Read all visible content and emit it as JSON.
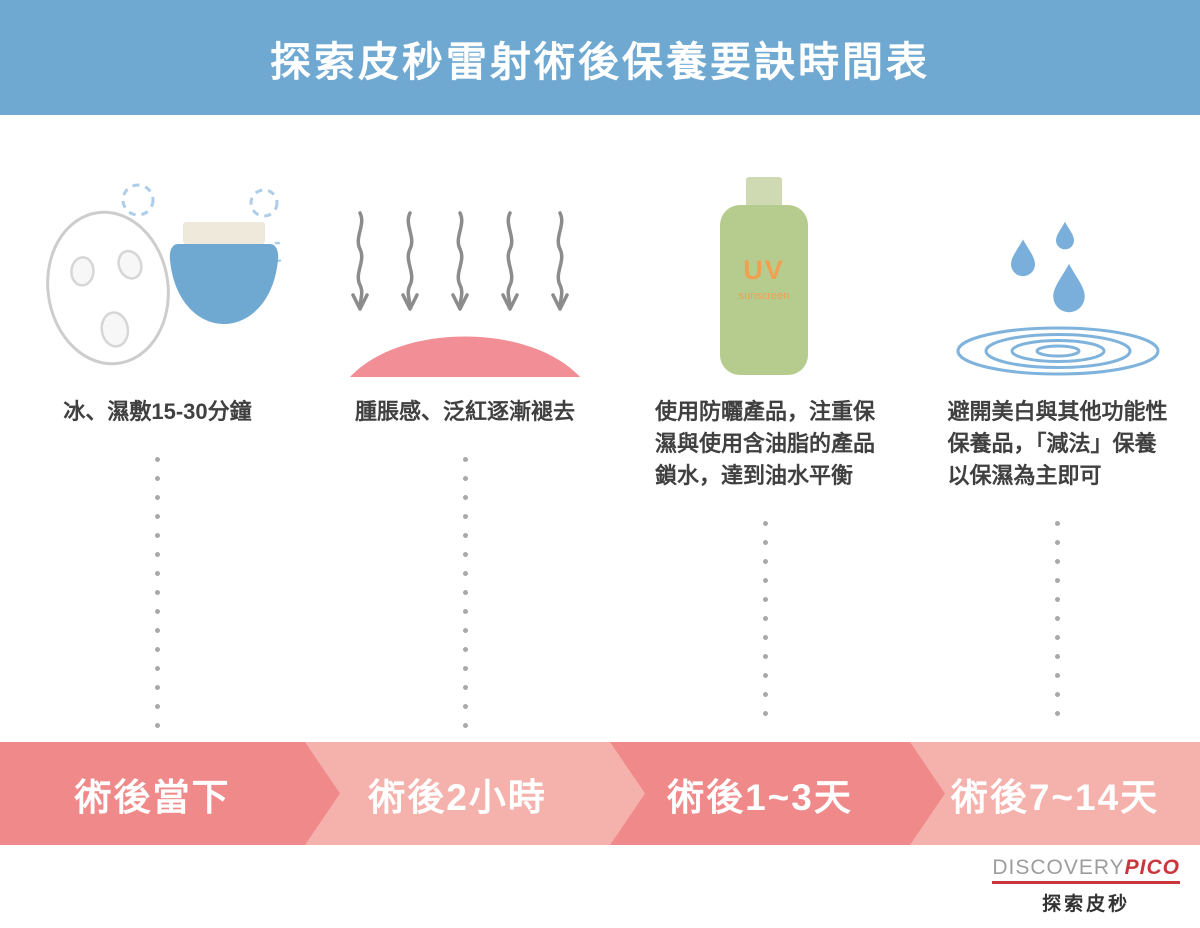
{
  "header": {
    "title": "探索皮秒雷射術後保養要訣時間表"
  },
  "steps": [
    {
      "icon": "cold-compress-mask-and-cream-jar",
      "caption": "冰、濕敷15-30分鐘",
      "stage_label": "術後當下"
    },
    {
      "icon": "heat-waves-on-swollen-skin",
      "caption": "腫脹感、泛紅逐漸褪去",
      "stage_label": "術後2小時"
    },
    {
      "icon": "uv-sunscreen-bottle",
      "caption": "使用防曬產品，注重保\n濕與使用含油脂的產品\n鎖水，達到油水平衡",
      "stage_label": "術後1~3天"
    },
    {
      "icon": "water-drops-and-ripples",
      "caption": "避開美白與其他功能性\n保養品，「減法」保養\n以保濕為主即可",
      "stage_label": "術後7~14天"
    }
  ],
  "bottle": {
    "label_main": "UV",
    "label_sub": "sunscreen"
  },
  "logo": {
    "brand_grey": "DISCOVERY",
    "brand_red": "PICO",
    "brand_zh": "探索皮秒"
  },
  "colors": {
    "header_bg": "#6FA9D2",
    "timeline_primary": "#F08A8A",
    "timeline_secondary": "#F5B2AC",
    "icon_blue": "#79AFDA",
    "bottle_green": "#B6CC8F",
    "uv_orange": "#F0A050",
    "logo_red": "#C9363C",
    "text_dark": "#404040"
  }
}
